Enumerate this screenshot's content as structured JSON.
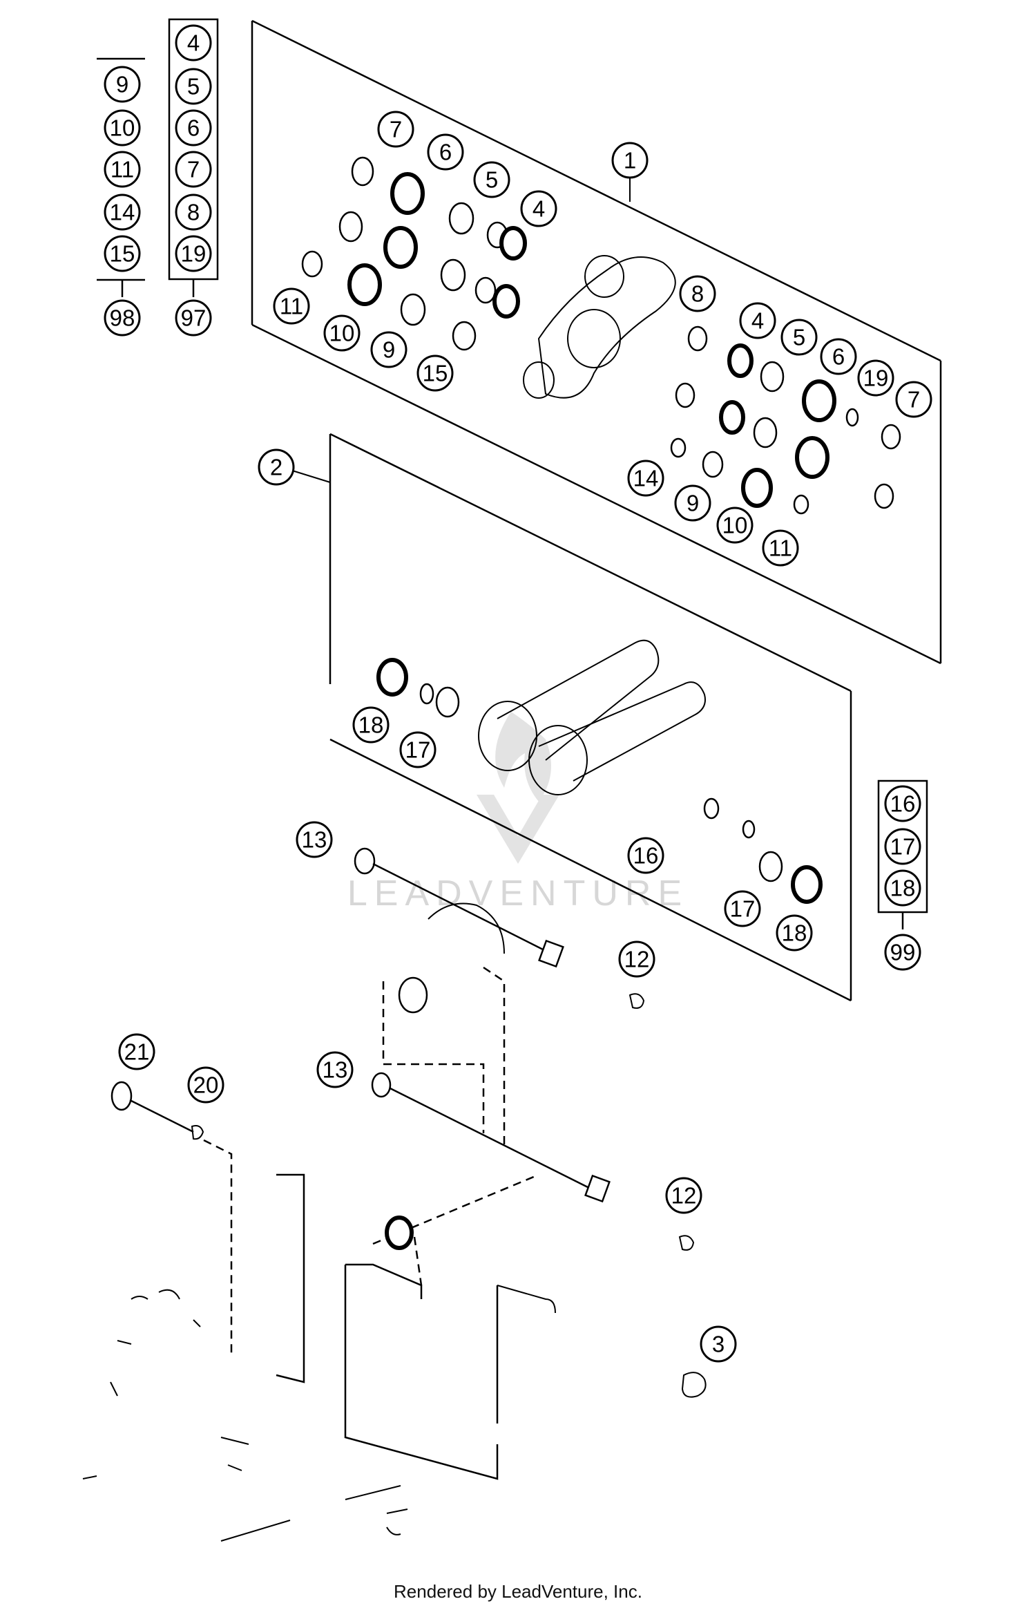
{
  "watermark": {
    "brand": "LEADVENTURE"
  },
  "footer": {
    "credit": "Rendered by LeadVenture, Inc."
  },
  "callouts": {
    "c1": "1",
    "c2": "2",
    "c3": "3",
    "c4": "4",
    "c5": "5",
    "c6": "6",
    "c7": "7",
    "c8": "8",
    "c9": "9",
    "c10": "10",
    "c11": "11",
    "c12": "12",
    "c13": "13",
    "c14": "14",
    "c15": "15",
    "c16": "16",
    "c17": "17",
    "c18": "18",
    "c19": "19",
    "c20": "20",
    "c21": "21",
    "c97": "97",
    "c98": "98",
    "c99": "99"
  },
  "kits": {
    "kit_98": {
      "label": "98",
      "items": [
        "9",
        "10",
        "11",
        "14",
        "15"
      ]
    },
    "kit_97": {
      "label": "97",
      "items": [
        "4",
        "5",
        "6",
        "7",
        "8",
        "19"
      ]
    },
    "kit_99": {
      "label": "99",
      "items": [
        "16",
        "17",
        "18"
      ]
    }
  }
}
